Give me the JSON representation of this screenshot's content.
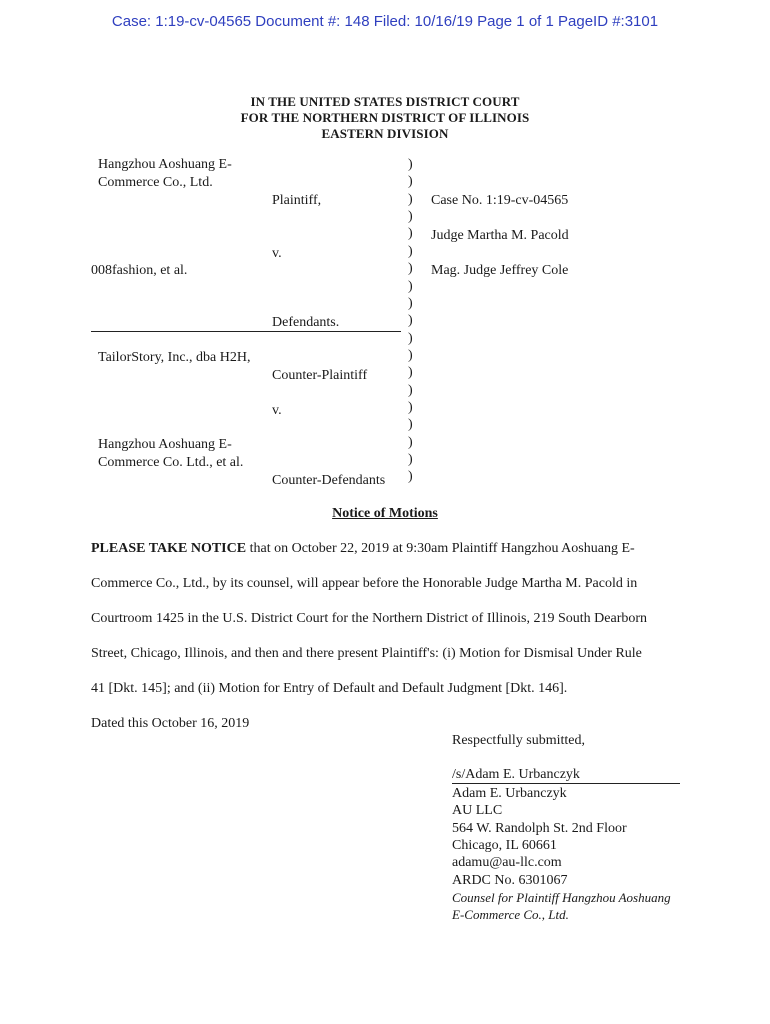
{
  "stamp": "Case: 1:19-cv-04565 Document #: 148 Filed: 10/16/19 Page 1 of 1 PageID #:3101",
  "court": {
    "line1": "IN THE UNITED STATES DISTRICT COURT",
    "line2": "FOR THE NORTHERN DISTRICT OF ILLINOIS",
    "line3": "EASTERN DIVISION"
  },
  "caption": {
    "plaintiff_name_1": "Hangzhou Aoshuang E-",
    "plaintiff_name_2": "Commerce Co., Ltd.",
    "plaintiff_role": "Plaintiff,",
    "v1": "v.",
    "defendant_name": "008fashion, et al.",
    "defendant_role": "Defendants.",
    "counter_plaintiff_name": "TailorStory, Inc., dba H2H,",
    "counter_plaintiff_role": "Counter-Plaintiff",
    "v2": "v.",
    "counter_defendant_name_1": "Hangzhou Aoshuang E-",
    "counter_defendant_name_2": "Commerce Co. Ltd., et al.",
    "counter_defendant_role": "Counter-Defendants",
    "paren_char": ")",
    "case_no": "Case No. 1:19-cv-04565",
    "judge": "Judge Martha M. Pacold",
    "mag_judge": "Mag. Judge Jeffrey Cole"
  },
  "notice": {
    "title": "Notice of Motions",
    "lead": "PLEASE TAKE NOTICE",
    "line1_rest": " that on October 22, 2019 at 9:30am Plaintiff Hangzhou Aoshuang E-",
    "line2": "Commerce Co., Ltd., by its counsel, will appear before the Honorable Judge Martha M. Pacold in",
    "line3": "Courtroom 1425 in the U.S. District Court for the Northern District of Illinois, 219 South Dearborn",
    "line4": "Street, Chicago, Illinois, and then and there present Plaintiff's: (i) Motion for Dismisal Under Rule",
    "line5": "41 [Dkt. 145]; and (ii) Motion for Entry of Default and Default Judgment [Dkt. 146].",
    "dated": "Dated this October 16, 2019"
  },
  "signature": {
    "closing": "Respectfully submitted,",
    "esign": "/s/Adam E. Urbanczyk",
    "name": "Adam E. Urbanczyk",
    "firm": "AU LLC",
    "address1": "564 W. Randolph St. 2nd Floor",
    "address2": "Chicago, IL 60661",
    "email": "adamu@au-llc.com",
    "ardc": "ARDC No. 6301067",
    "counsel1": "Counsel for Plaintiff Hangzhou Aoshuang",
    "counsel2": "E-Commerce Co., Ltd."
  }
}
